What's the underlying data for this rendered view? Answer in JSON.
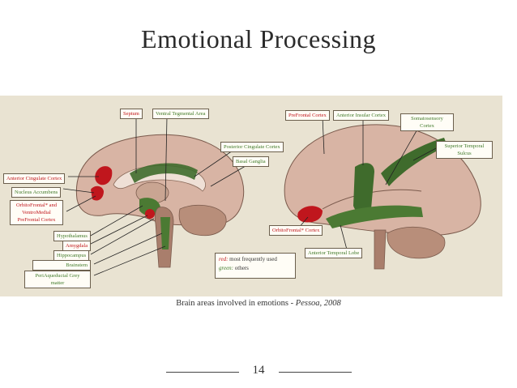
{
  "slide": {
    "title": "Emotional Processing",
    "caption_main": "Brain areas involved in emotions - ",
    "caption_cite": "Pessoa, 2008",
    "page_number": "14"
  },
  "labels": {
    "septum": "Septum",
    "vta": "Ventral Tegmental Area",
    "prefrontal": "PreFrontal Cortex",
    "anterior_insular": "Anterior Insular Cortex",
    "somatosensory_1": "Somatosensory",
    "somatosensory_2": "Cortex",
    "sup_temporal_1": "Superior Temporal",
    "sup_temporal_2": "Sulcus",
    "posterior_cingulate": "Posterior Cingulate Cortex",
    "basal_ganglia": "Basal Ganglia",
    "anterior_cingulate": "Anterior Cingulate Cortex",
    "nucleus_accumbens": "Nucleus Accumbens",
    "ofc_vm_1": "OrbitoFrontal* and",
    "ofc_vm_2": "VentroMedial",
    "ofc_vm_3": "PreFrontal Cortex",
    "orbitofrontal": "OrbitoFrontal* Cortex",
    "hypothalamus": "Hypothalamus",
    "amygdala": "Amygdala",
    "hippocampus": "Hippocampus",
    "brainstem": "Brainstem",
    "pag_1": "PeriAqueductal Grey",
    "pag_2": "matter",
    "anterior_temporal": "Anterior Temporal Lobe"
  },
  "legend": {
    "red_key": "red:",
    "red_text": " most frequently used",
    "green_key": "green:",
    "green_text": " others"
  },
  "colors": {
    "most_frequent": "#c0161d",
    "others": "#3f7a2a",
    "background": "#e9e3d2"
  }
}
